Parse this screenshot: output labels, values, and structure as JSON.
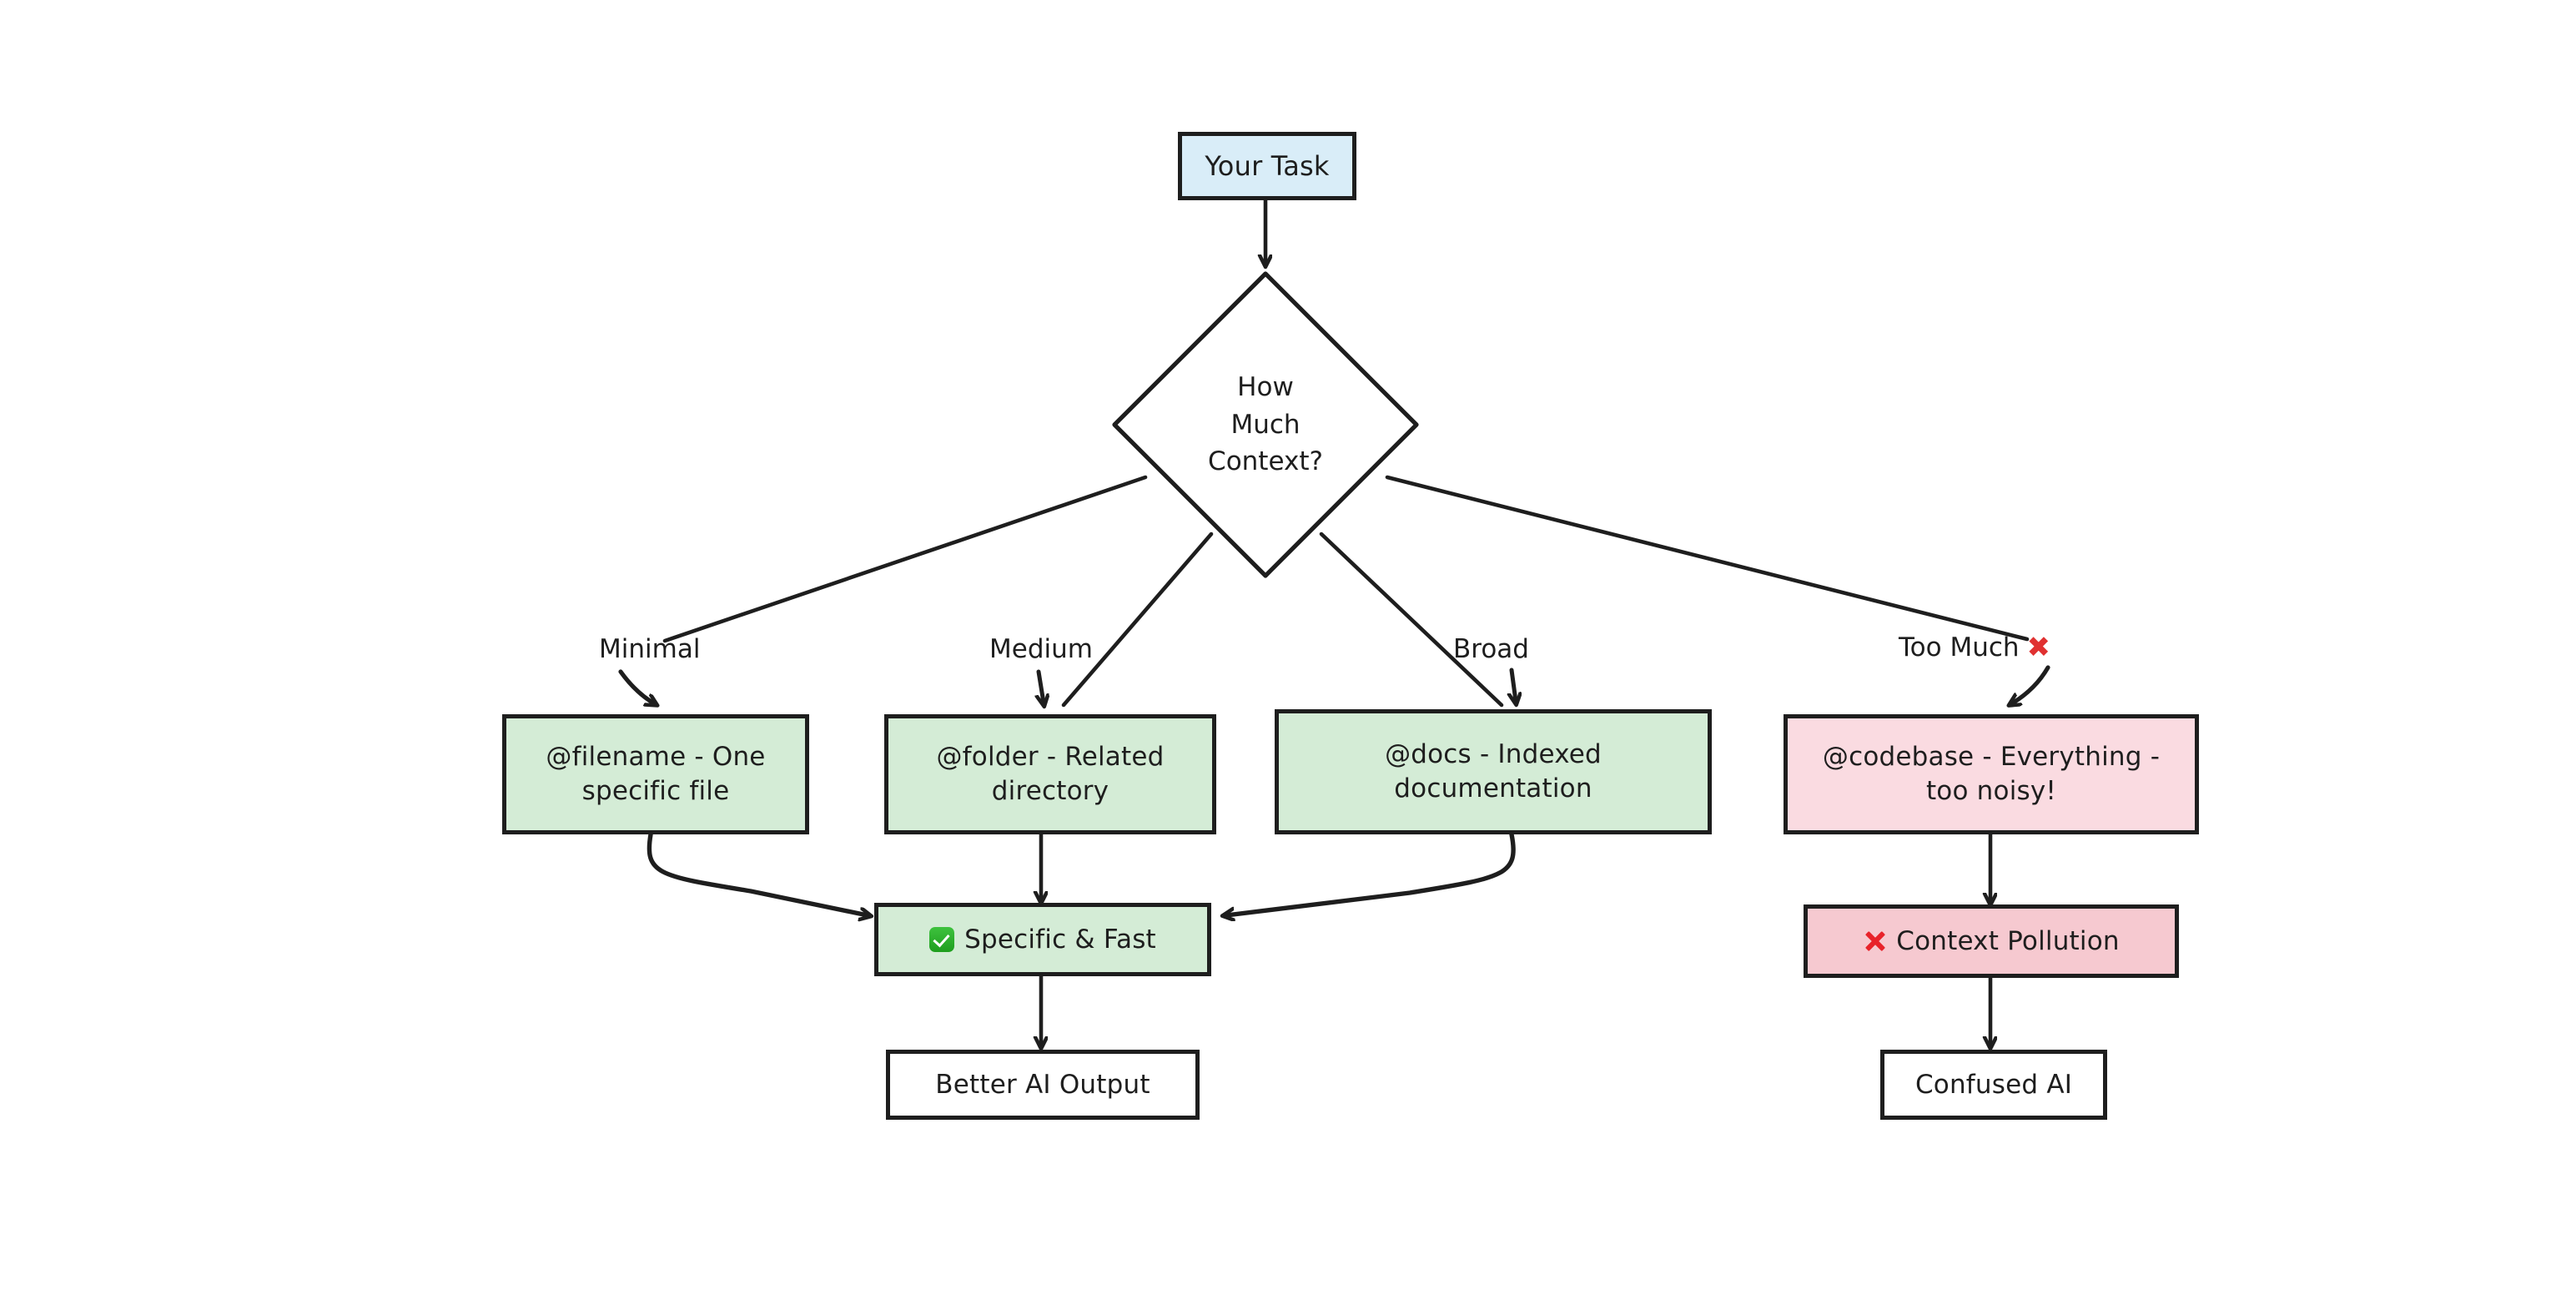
{
  "diagram": {
    "title": "Context selection decision flowchart",
    "style": "hand-drawn",
    "colors": {
      "stroke": "#1e1e1e",
      "background": "#ffffff",
      "blue_fill": "#d9edf8",
      "green_fill": "#d4ecd6",
      "pink_fill": "#fadbe1",
      "pink_fill_strong": "#f6c9d0",
      "white_fill": "#ffffff",
      "red_accent": "#e03131"
    },
    "nodes": {
      "start": {
        "label": "Your Task",
        "shape": "rect",
        "fill": "blue"
      },
      "decision": {
        "line1": "How",
        "line2": "Much",
        "line3": "Context?",
        "shape": "diamond",
        "fill": "white"
      },
      "filename": {
        "line1": "@filename - One",
        "line2": "specific file",
        "shape": "rect",
        "fill": "green"
      },
      "folder": {
        "line1": "@folder - Related",
        "line2": "directory",
        "shape": "rect",
        "fill": "green"
      },
      "docs": {
        "line1": "@docs - Indexed",
        "line2": "documentation",
        "shape": "rect",
        "fill": "green"
      },
      "codebase": {
        "line1": "@codebase - Everything -",
        "line2": "too noisy!",
        "shape": "rect",
        "fill": "pink"
      },
      "specific_fast": {
        "label": "Specific & Fast",
        "icon": "white-check-mark-icon",
        "shape": "rect",
        "fill": "green"
      },
      "context_pollution": {
        "label": "Context Pollution",
        "icon": "cross-mark-icon",
        "shape": "rect",
        "fill": "pink-strong"
      },
      "better_output": {
        "label": "Better AI Output",
        "shape": "rect",
        "fill": "white"
      },
      "confused_ai": {
        "label": "Confused AI",
        "shape": "rect",
        "fill": "white"
      }
    },
    "edge_labels": {
      "minimal": "Minimal",
      "medium": "Medium",
      "broad": "Broad",
      "too_much": "Too Much",
      "too_much_icon": "cross-mark-icon"
    },
    "edges": [
      {
        "from": "start",
        "to": "decision",
        "label": ""
      },
      {
        "from": "decision",
        "to": "filename",
        "label": "Minimal"
      },
      {
        "from": "decision",
        "to": "folder",
        "label": "Medium"
      },
      {
        "from": "decision",
        "to": "docs",
        "label": "Broad"
      },
      {
        "from": "decision",
        "to": "codebase",
        "label": "Too Much"
      },
      {
        "from": "filename",
        "to": "specific_fast",
        "label": ""
      },
      {
        "from": "folder",
        "to": "specific_fast",
        "label": ""
      },
      {
        "from": "docs",
        "to": "specific_fast",
        "label": ""
      },
      {
        "from": "specific_fast",
        "to": "better_output",
        "label": ""
      },
      {
        "from": "codebase",
        "to": "context_pollution",
        "label": ""
      },
      {
        "from": "context_pollution",
        "to": "confused_ai",
        "label": ""
      }
    ]
  }
}
